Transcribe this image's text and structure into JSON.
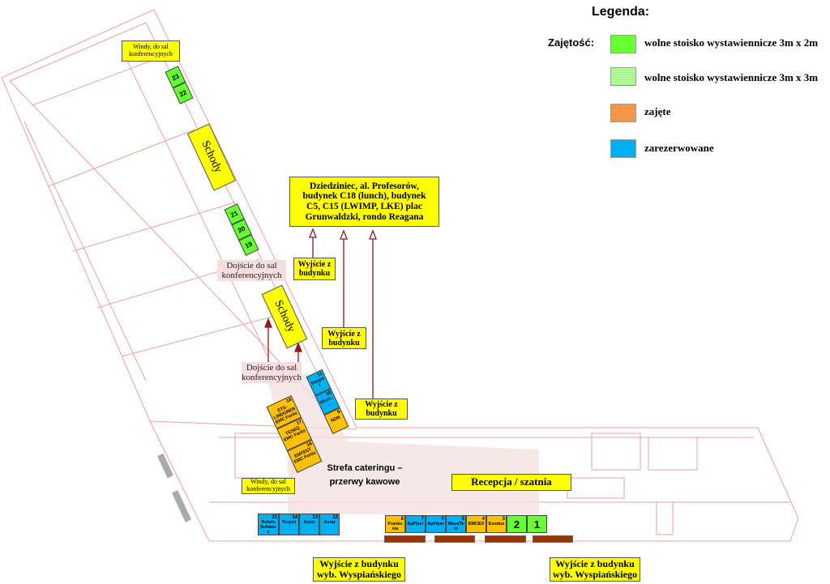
{
  "legend": {
    "title": "Legenda:",
    "occupancy_label": "Zajętość:",
    "items": [
      {
        "label": "wolne stoisko wystawiennicze  3m x 2m",
        "color": "#66ff33"
      },
      {
        "label": "wolne stoisko wystawiennicze  3m x 3m",
        "color": "#b3ff99"
      },
      {
        "label": "zajęte",
        "color": "#f79646"
      },
      {
        "label": "zarezerwowane",
        "color": "#00b0f0"
      }
    ]
  },
  "labels": {
    "elevators_top": "Windy, do sal konferencyjnych",
    "elevators_bottom": "Windy, do sal konferencyjnych",
    "stairs_1": "Schody",
    "stairs_2": "Schody",
    "courtyard": "Dziedziniec, al. Profesorów, budynek C18 (lunch), budynek C5, C15 (LWIMP, LKE) plac Grunwaldzki, rondo Reagana",
    "exit_1": "Wyjście z budynku",
    "exit_2": "Wyjście z budynku",
    "exit_3": "Wyjście z budynku",
    "conf_access_1": "Dojście do sal konferencyjnych",
    "conf_access_2": "Dojście do sal konferencyjnych",
    "catering": "Strefa cateringu – przerwy kawowe",
    "reception": "Recepcja / szatnia",
    "exit_bottom_1": "Wyjście z budynku wyb. Wyspiańskiego",
    "exit_bottom_2": "Wyjście z budynku wyb. Wyspiańskiego"
  },
  "booths": {
    "wing_top": [
      {
        "num": "23",
        "status": "free"
      },
      {
        "num": "22",
        "status": "free"
      }
    ],
    "wing_mid": [
      {
        "num": "21",
        "status": "free"
      },
      {
        "num": "20",
        "status": "free"
      },
      {
        "num": "19",
        "status": "free"
      }
    ],
    "wing_low_right": [
      {
        "num": "11",
        "name": "Dacpol",
        "status": "reserved"
      },
      {
        "num": "10",
        "name": "Micro...",
        "status": "reserved"
      },
      {
        "num": "9",
        "name": "NDN",
        "status": "taken"
      }
    ],
    "wing_low_left": [
      {
        "num": "18",
        "name": "ETS-LINDGREN EMC Fortis",
        "status": "taken"
      },
      {
        "num": "17",
        "name": "TESEQ EMC Fortis",
        "status": "taken"
      },
      {
        "num": "16",
        "name": "EMTEST EMC Fortis",
        "status": "taken"
      }
    ],
    "hall_left": [
      {
        "num": "15",
        "name": "Rohde Schwarz",
        "status": "reserved"
      },
      {
        "num": "14",
        "name": "Tespol",
        "status": "reserved"
      },
      {
        "num": "13",
        "name": "Astat",
        "status": "reserved"
      },
      {
        "num": "12",
        "name": "Astat",
        "status": "reserved"
      }
    ],
    "hall_right": [
      {
        "num": "8",
        "name": "Frankonia",
        "status": "taken"
      },
      {
        "num": "7",
        "name": "ApFlyer",
        "status": "reserved"
      },
      {
        "num": "6",
        "name": "ApFlyer",
        "status": "reserved"
      },
      {
        "num": "5",
        "name": "WaveTest",
        "status": "reserved"
      },
      {
        "num": "4",
        "name": "EMCEX",
        "status": "taken"
      },
      {
        "num": "3",
        "name": "Exodus",
        "status": "taken"
      },
      {
        "num": "2",
        "name": "",
        "status": "free"
      },
      {
        "num": "1",
        "name": "",
        "status": "free"
      }
    ]
  }
}
